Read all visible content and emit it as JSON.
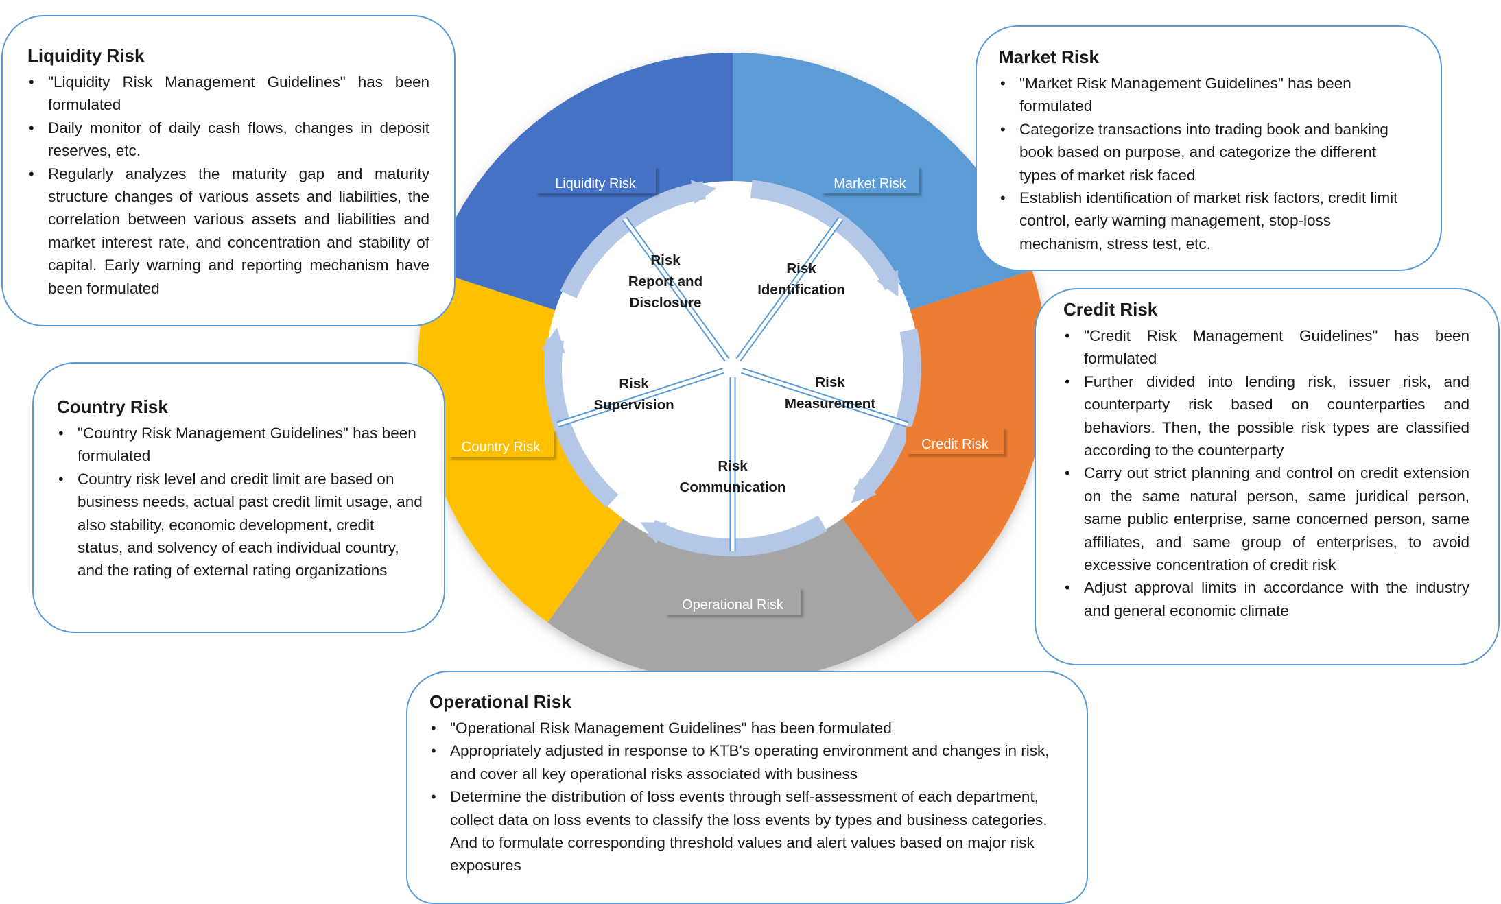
{
  "wheel": {
    "segments": [
      {
        "key": "market",
        "label": "Market Risk",
        "color": "#5b9bd5"
      },
      {
        "key": "credit",
        "label": "Credit Risk",
        "color": "#ed7d31"
      },
      {
        "key": "operational",
        "label": "Operational Risk",
        "color": "#a5a5a5"
      },
      {
        "key": "country",
        "label": "Country Risk",
        "color": "#ffc000"
      },
      {
        "key": "liquidity",
        "label": "Liquidity Risk",
        "color": "#4472c4"
      }
    ],
    "process_steps": [
      {
        "key": "identification",
        "lines": [
          "Risk",
          "Identification"
        ]
      },
      {
        "key": "measurement",
        "lines": [
          "Risk",
          "Measurement"
        ]
      },
      {
        "key": "communication",
        "lines": [
          "Risk",
          "Communication"
        ]
      },
      {
        "key": "supervision",
        "lines": [
          "Risk",
          "Supervision"
        ]
      },
      {
        "key": "report",
        "lines": [
          "Risk",
          "Report and",
          "Disclosure"
        ]
      }
    ],
    "arrow_color": "#b4c7e7",
    "divider_color": "#5b9bd5"
  },
  "panels": {
    "liquidity": {
      "title": "Liquidity Risk",
      "items": [
        "\"Liquidity Risk Management Guidelines\" has been formulated",
        "Daily monitor of daily cash flows, changes in deposit reserves, etc.",
        "Regularly analyzes the maturity gap and maturity structure changes of various assets and liabilities, the correlation between various assets and liabilities and market interest rate, and concentration and stability of capital. Early warning and reporting mechanism have been formulated"
      ]
    },
    "market": {
      "title": "Market Risk",
      "items": [
        "\"Market Risk Management Guidelines\" has been formulated",
        "Categorize transactions into trading book and banking book based on purpose, and categorize the different types of market risk faced",
        "Establish identification of market risk factors, credit limit control, early warning management, stop-loss mechanism, stress test, etc."
      ]
    },
    "credit": {
      "title": "Credit Risk",
      "items": [
        "\"Credit Risk Management Guidelines\" has been formulated",
        "Further divided into lending risk, issuer risk, and counterparty risk based on counterparties and behaviors. Then, the possible risk types are classified according to the counterparty",
        "Carry out strict planning and control on credit extension on the same natural person, same juridical person, same public enterprise, same concerned person, same affiliates, and same group of enterprises, to avoid excessive concentration of credit risk",
        "Adjust approval limits in accordance with the industry and general economic climate"
      ]
    },
    "country": {
      "title": "Country Risk",
      "items": [
        "\"Country Risk Management Guidelines\" has been formulated",
        "Country risk level and credit limit are based on business needs, actual past credit limit usage, and also stability, economic development, credit status, and solvency of each individual country, and the rating of external rating organizations"
      ]
    },
    "operational": {
      "title": "Operational Risk",
      "items": [
        "\"Operational Risk Management Guidelines\" has been formulated",
        "Appropriately adjusted in response to KTB's operating environment and changes in risk, and cover all key operational risks associated with business",
        "Determine the distribution of loss events through self-assessment of each department, collect data on loss events to classify the loss events by types and business categories. And to formulate corresponding threshold values and alert values based on major risk exposures"
      ]
    }
  }
}
